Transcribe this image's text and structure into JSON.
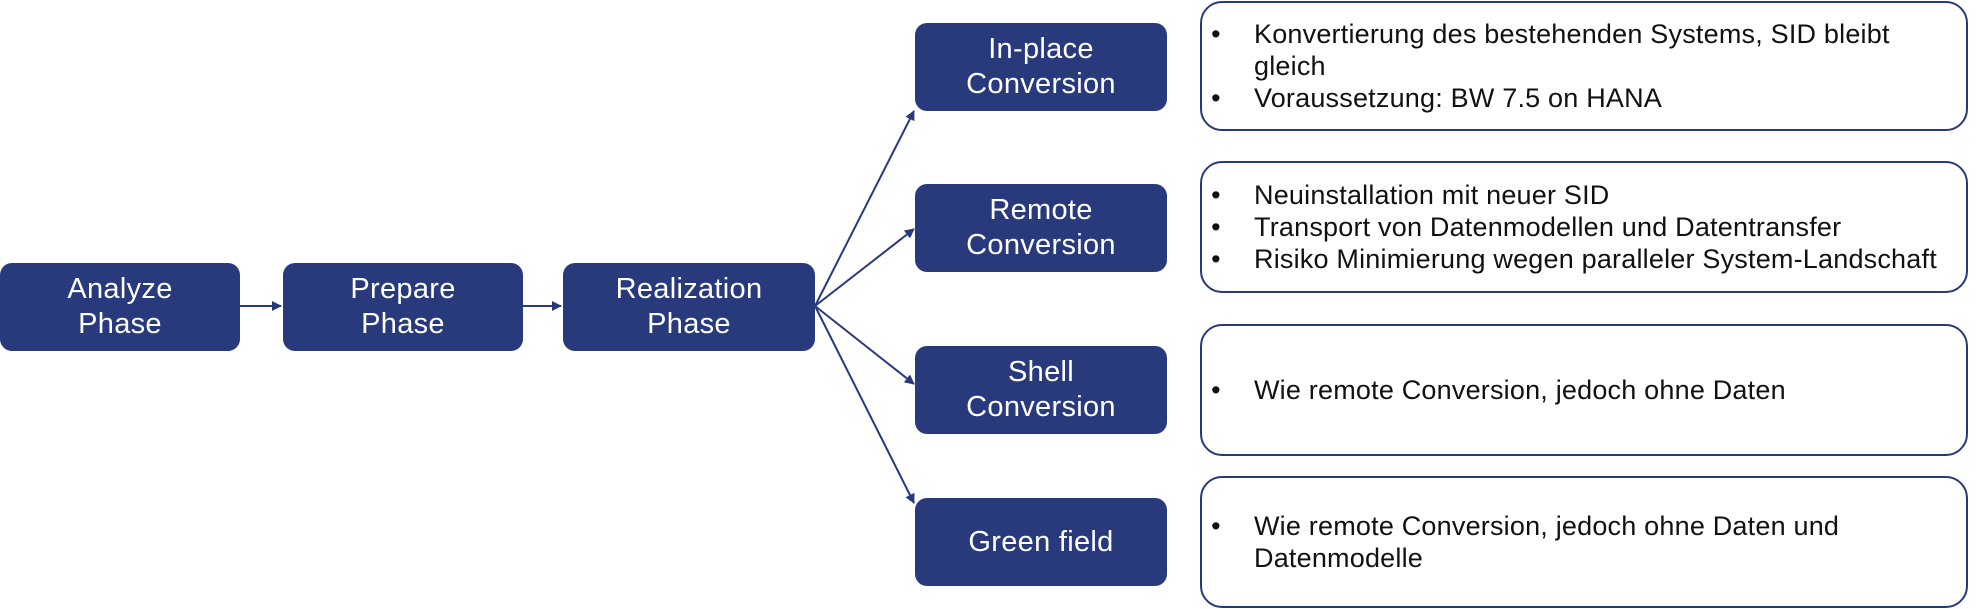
{
  "colors": {
    "box_fill": "#283a7c",
    "box_text": "#ffffff",
    "arrow": "#283a7c",
    "card_border": "#283a7c",
    "card_text": "#111111"
  },
  "phases": [
    {
      "label": "Analyze\nPhase"
    },
    {
      "label": "Prepare\nPhase"
    },
    {
      "label": "Realization\nPhase"
    }
  ],
  "options": [
    {
      "label": "In-place\nConversion",
      "bullets": [
        "Konvertierung des bestehenden Systems, SID bleibt gleich",
        "Voraussetzung: BW 7.5 on HANA"
      ]
    },
    {
      "label": "Remote\nConversion",
      "bullets": [
        "Neuinstallation mit neuer SID",
        "Transport von Datenmodellen und Datentransfer",
        "Risiko Minimierung wegen paralleler System-Landschaft"
      ]
    },
    {
      "label": "Shell\nConversion",
      "bullets": [
        "Wie remote Conversion, jedoch ohne Daten"
      ]
    },
    {
      "label": "Green field",
      "bullets": [
        "Wie remote Conversion, jedoch ohne Daten und Datenmodelle"
      ]
    }
  ],
  "bullet_symbol": "•"
}
